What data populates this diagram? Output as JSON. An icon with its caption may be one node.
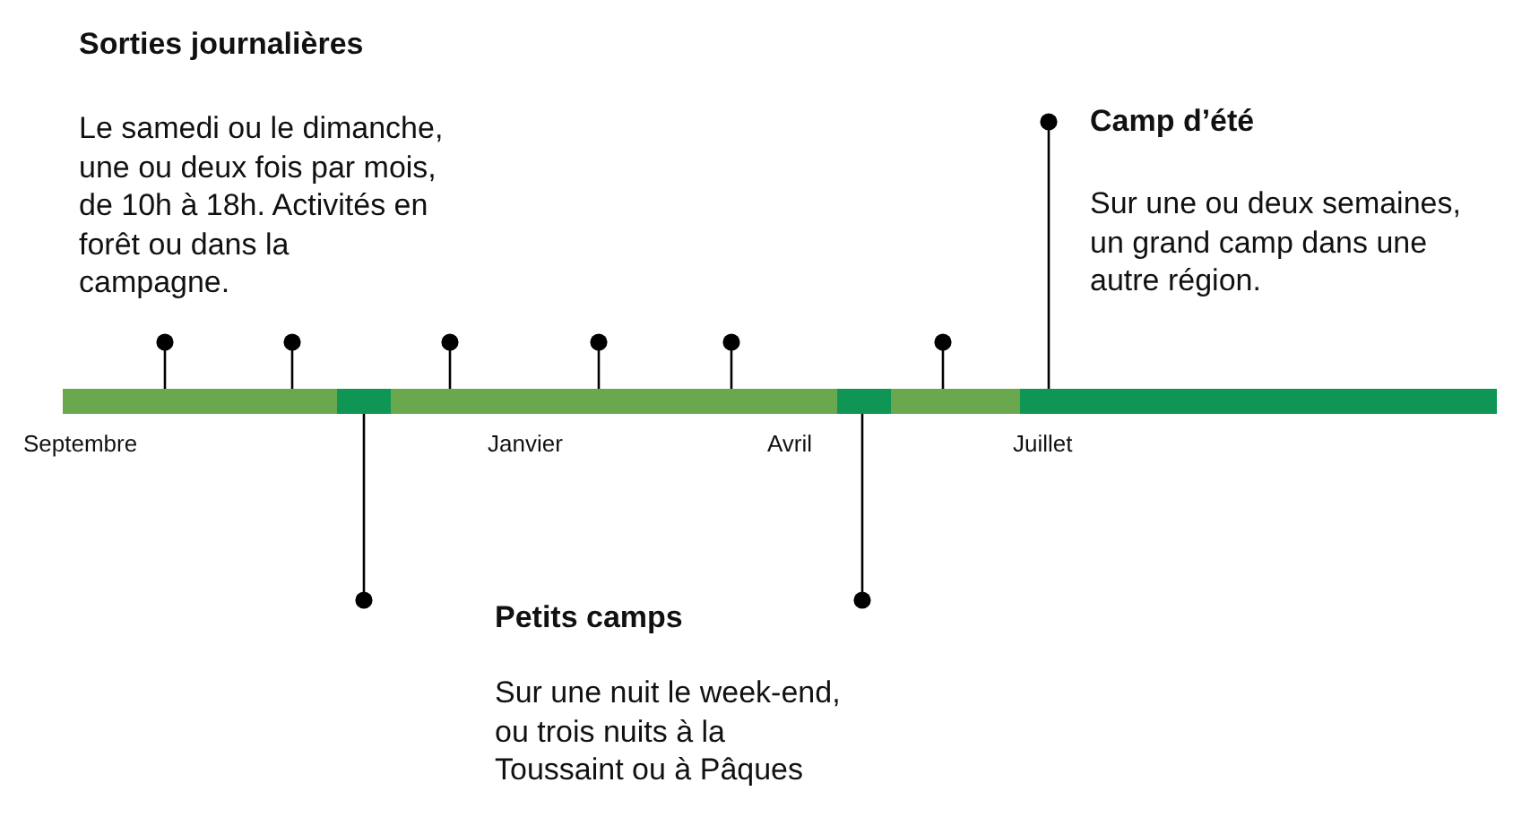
{
  "diagram": {
    "nodes": [
      {
        "text": [
          "Sorties journalières",
          "Le samedi ou le dimanche, une ou deux fois par mois, de 10h à 18h. Activités en forêt ou dans la campagne."
        ]
      },
      {
        "text": [
          "Camp d’été",
          "Sur une ou deux semaines, un grand camp dans une autre région."
        ]
      },
      {
        "text": [],
        "shape": "bar"
      },
      {
        "text": [],
        "shape": "bar"
      },
      {
        "text": [],
        "shape": "bar"
      },
      {
        "text": [],
        "shape": "bar"
      },
      {
        "text": [],
        "shape": "bar"
      },
      {
        "text": [],
        "shape": "bar"
      },
      {
        "text": [
          "Petits camps",
          "Sur une nuit le week-end, ou trois nuits à la Toussaint ou à Pâques"
        ]
      }
    ],
    "edges": [
      {
        "from": 0,
        "to": 2,
        "arrow": "other"
      },
      {
        "from": 0,
        "to": 2,
        "arrow": "other"
      },
      {
        "from": 8,
        "to": 3,
        "arrow": "other"
      },
      {
        "from": 0,
        "to": 4,
        "arrow": "other"
      },
      {
        "from": null,
        "to": 4,
        "arrow": "other"
      },
      {
        "from": null,
        "to": 4,
        "arrow": "other"
      },
      {
        "from": 8,
        "to": 5,
        "arrow": "other"
      },
      {
        "from": null,
        "to": 6,
        "arrow": "other"
      },
      {
        "from": 1,
        "to": 7,
        "arrow": "other"
      }
    ],
    "labels": [
      "Septembre",
      "Janvier",
      "Avril",
      "Juillet"
    ]
  }
}
